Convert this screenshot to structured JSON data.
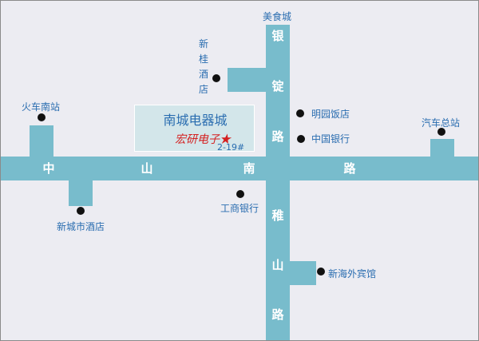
{
  "roads": {
    "zhongshan_south": [
      "中",
      "山",
      "南",
      "路"
    ],
    "yinding": [
      "银",
      "锭",
      "路"
    ],
    "zhishan": [
      "稚",
      "山",
      "路"
    ]
  },
  "poi": {
    "meishicheng": "美食城",
    "xingui_hotel": "新桂酒店",
    "train_station": "火车南站",
    "mingyuan": "明园饭店",
    "boc": "中国银行",
    "bus_station": "汽车总站",
    "icbc": "工商银行",
    "xincheng_hotel": "新城市酒店",
    "xinhai_hotel": "新海外宾馆"
  },
  "mall": {
    "name": "南城电器城",
    "shop": "宏研电子★",
    "unit": "2-19#"
  },
  "colors": {
    "road": "#78bccc",
    "background": "#ececf2",
    "label": "#2a6db0",
    "shop": "#d42020"
  }
}
